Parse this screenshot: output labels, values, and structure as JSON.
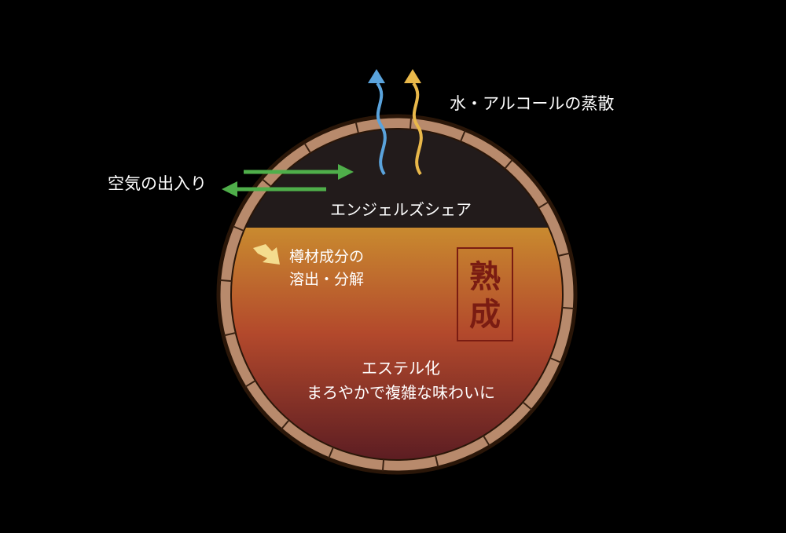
{
  "labels": {
    "air_exchange": "空気の出入り",
    "evaporation": "水・アルコールの蒸散",
    "angels_share": "エンジェルズシェア",
    "extraction_line1": "樽材成分の",
    "extraction_line2": "溶出・分解",
    "esterification_line1": "エステル化",
    "esterification_line2": "まろやかで複雑な味わいに",
    "maturation_line1": "熟",
    "maturation_line2": "成"
  },
  "colors": {
    "background": "#000000",
    "barrel_wood": "#b88a6c",
    "barrel_outline": "#2a1608",
    "headspace": "#221b1b",
    "liquid_top": "#c98a2f",
    "liquid_mid": "#b3492c",
    "liquid_bottom": "#5a1c22",
    "arrow_green": "#4fae4a",
    "arrow_blue": "#5aa3dc",
    "arrow_yellow": "#e9b84a",
    "arrow_cream": "#f4dc8e",
    "stamp_red": "#7a1c12"
  },
  "icons": [
    "air-in-arrow-icon",
    "air-out-arrow-icon",
    "water-vapor-arrow-icon",
    "alcohol-vapor-arrow-icon",
    "extraction-arrow-icon"
  ]
}
